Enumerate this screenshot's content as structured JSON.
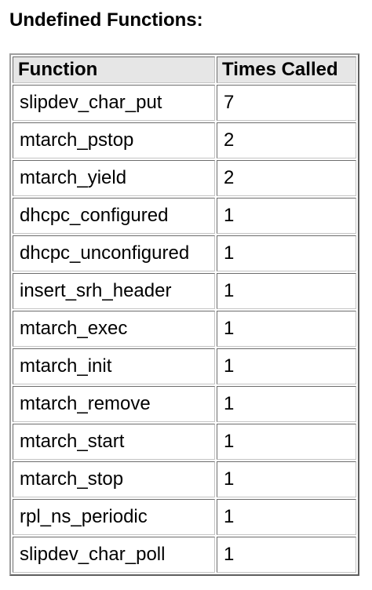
{
  "page": {
    "heading": "Undefined Functions:"
  },
  "table": {
    "headers": [
      "Function",
      "Times Called"
    ],
    "rows": [
      {
        "function": "slipdev_char_put",
        "times_called": "7"
      },
      {
        "function": "mtarch_pstop",
        "times_called": "2"
      },
      {
        "function": "mtarch_yield",
        "times_called": "2"
      },
      {
        "function": "dhcpc_configured",
        "times_called": "1"
      },
      {
        "function": "dhcpc_unconfigured",
        "times_called": "1"
      },
      {
        "function": "insert_srh_header",
        "times_called": "1"
      },
      {
        "function": "mtarch_exec",
        "times_called": "1"
      },
      {
        "function": "mtarch_init",
        "times_called": "1"
      },
      {
        "function": "mtarch_remove",
        "times_called": "1"
      },
      {
        "function": "mtarch_start",
        "times_called": "1"
      },
      {
        "function": "mtarch_stop",
        "times_called": "1"
      },
      {
        "function": "rpl_ns_periodic",
        "times_called": "1"
      },
      {
        "function": "slipdev_char_poll",
        "times_called": "1"
      }
    ]
  },
  "colors": {
    "header_background": "#e6e6e6",
    "border_dark": "#5e5e5e",
    "border_light": "#c4c4c4"
  }
}
